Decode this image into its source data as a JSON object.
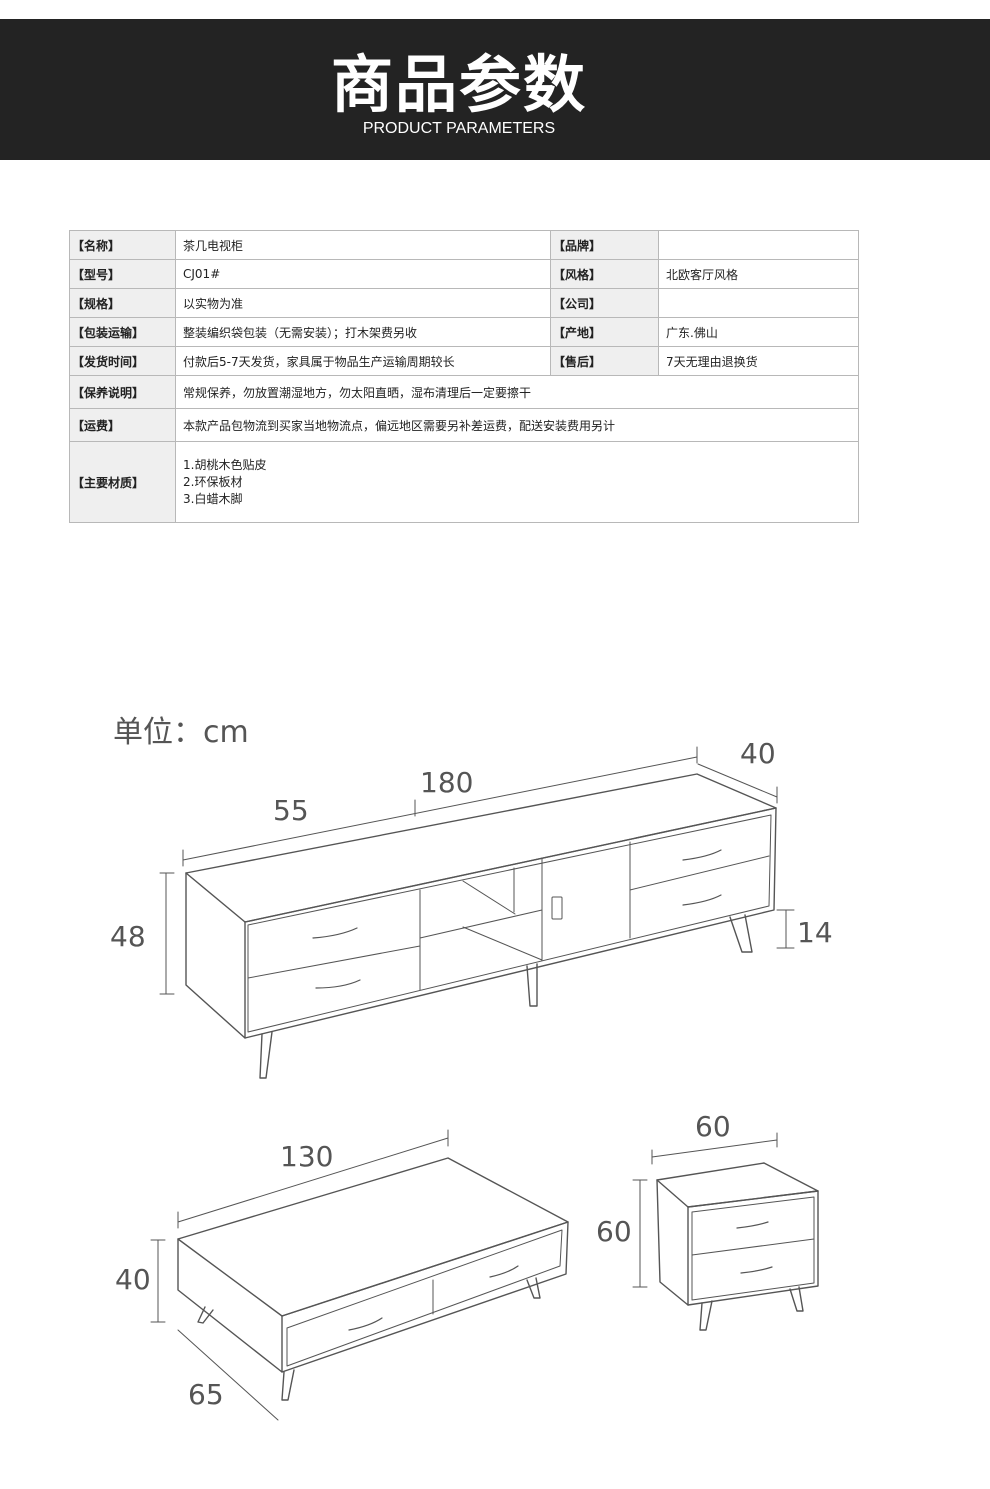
{
  "banner": {
    "title": "商品参数",
    "subtitle": "PRODUCT PARAMETERS"
  },
  "params": {
    "rows": [
      {
        "k1": "【名称】",
        "v1": "茶几电视柜",
        "k2": "【品牌】",
        "v2": ""
      },
      {
        "k1": "【型号】",
        "v1": "CJ01#",
        "k2": "【风格】",
        "v2": "北欧客厅风格"
      },
      {
        "k1": "【规格】",
        "v1": "以实物为准",
        "k2": "【公司】",
        "v2": ""
      },
      {
        "k1": "【包装运输】",
        "v1": "整装编织袋包装（无需安装）；打木架费另收",
        "k2": "【产地】",
        "v2": "广东.佛山"
      },
      {
        "k1": "【发货时间】",
        "v1": "付款后5-7天发货，家具属于物品生产运输周期较长",
        "k2": "【售后】",
        "v2": "7天无理由退换货"
      }
    ],
    "wide_rows": [
      {
        "k": "【保养说明】",
        "v": "常规保养，勿放置潮湿地方，勿太阳直晒，湿布清理后一定要擦干"
      },
      {
        "k": "【运费】",
        "v": "本款产品包物流到买家当地物流点，偏远地区需要另补差运费，配送安装费用另计"
      }
    ],
    "materials": {
      "k": "【主要材质】",
      "items": [
        "1.胡桃木色贴皮",
        "2.环保板材",
        "3.白蜡木脚"
      ]
    }
  },
  "drawing": {
    "unit_label": "单位：cm",
    "tv_cabinet": {
      "length": "180",
      "depth": "40",
      "height": "48",
      "left_section": "55",
      "leg": "14"
    },
    "coffee_table": {
      "length": "130",
      "depth": "65",
      "height": "40"
    },
    "nightstand": {
      "width": "60",
      "height": "60"
    }
  }
}
